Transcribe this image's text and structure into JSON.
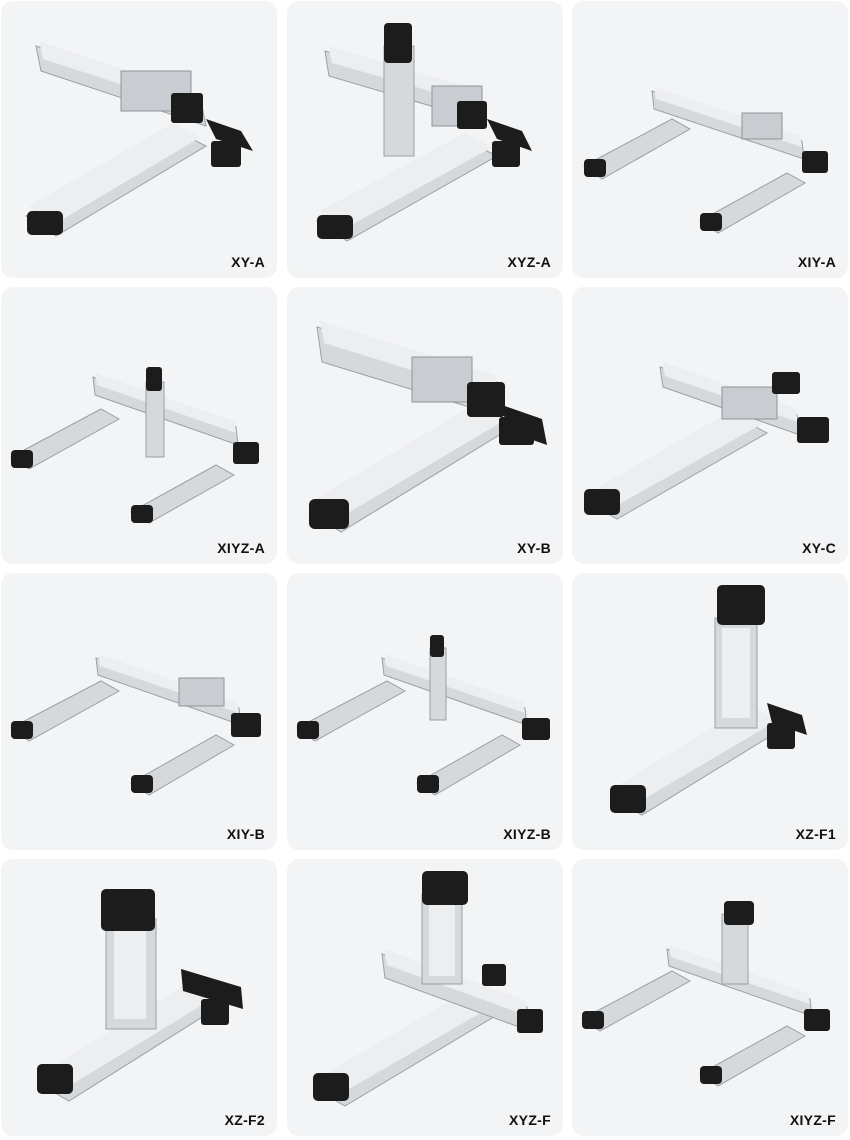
{
  "products": [
    {
      "label": "XY-A"
    },
    {
      "label": "XYZ-A"
    },
    {
      "label": "XIY-A"
    },
    {
      "label": "XIYZ-A"
    },
    {
      "label": "XY-B"
    },
    {
      "label": "XY-C"
    },
    {
      "label": "XIY-B"
    },
    {
      "label": "XIYZ-B"
    },
    {
      "label": "XZ-F1"
    },
    {
      "label": "XZ-F2"
    },
    {
      "label": "XYZ-F"
    },
    {
      "label": "XIYZ-F"
    }
  ],
  "colors": {
    "card_background": "#f3f4f6",
    "rail_body": "#d6d9dc",
    "rail_cover": "#eceef0",
    "motor_housing": "#1c1c1c",
    "label_text": "#111111"
  }
}
